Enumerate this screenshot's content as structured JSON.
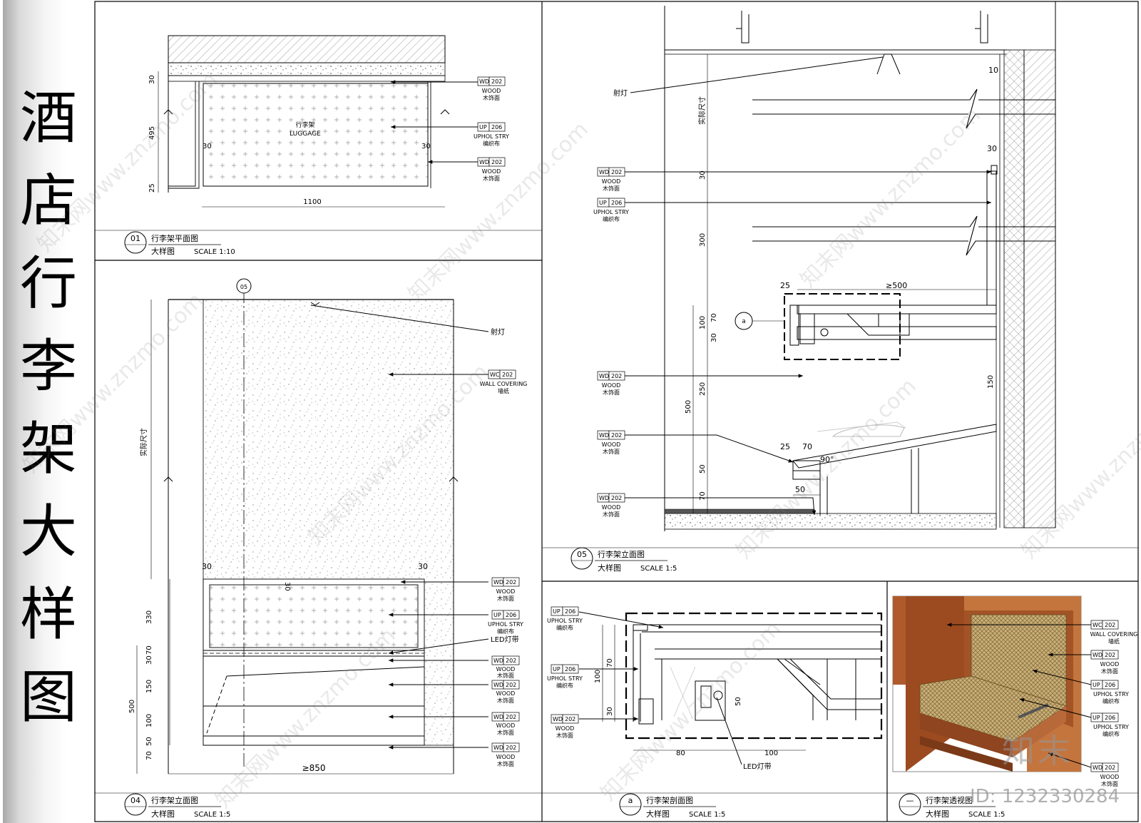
{
  "sheet_title": "酒店行李架大样图",
  "panels": {
    "p01": {
      "number": "01",
      "name": "行李架平面图",
      "sub": "大样图",
      "scale": "SCALE 1:10"
    },
    "p04": {
      "number": "04",
      "name": "行李架立面图",
      "sub": "大样图",
      "scale": "SCALE 1:5"
    },
    "p05": {
      "number": "05",
      "name": "行李架立面图",
      "sub": "大样图",
      "scale": "SCALE 1:5"
    },
    "pa": {
      "number": "a",
      "name": "行李架剖面图",
      "sub": "大样图",
      "scale": "SCALE 1:5"
    },
    "pp": {
      "number": "—",
      "name": "行李架透视图",
      "sub": "大样图",
      "scale": "SCALE 1:5"
    }
  },
  "materials": {
    "wd_code": "WD",
    "wd_num": "202",
    "wd_en": "WOOD",
    "wd_cn": "木饰面",
    "up_code": "UP",
    "up_num": "206",
    "up_en": "UPHOL STRY",
    "up_cn": "编织布",
    "wc_code": "WC",
    "wc_num": "202",
    "wc_en": "WALL COVERING",
    "wc_cn": "墙纸"
  },
  "labels": {
    "spotlight": "射灯",
    "led": "LED灯带",
    "actual": "实际尺寸",
    "luggage_cn": "行李架",
    "luggage_en": "LUGGAGE",
    "angle": "90°",
    "mark_a": "a",
    "mark_05": "05"
  },
  "dims": {
    "p01": {
      "d30": "30",
      "d495": "495",
      "d25": "25",
      "d30l": "30",
      "d30r": "30",
      "d1100": "1100"
    },
    "p04": {
      "d30l": "30",
      "d30r": "30",
      "d30c": "30",
      "d330": "330",
      "d30b": "30",
      "d70": "70",
      "d150": "150",
      "d500": "500",
      "d100": "100",
      "d50": "50",
      "d70b": "70",
      "d850": "≥850"
    },
    "p05": {
      "d10": "10",
      "d30": "30",
      "d30b": "30",
      "d300": "300",
      "d25": "25",
      "d500": "≥500",
      "d100": "100",
      "d70": "70",
      "d30c": "30",
      "d250": "250",
      "d150": "150",
      "d500v": "500",
      "d25b": "25",
      "d70b": "70",
      "d50": "50",
      "d70c": "70",
      "d50b": "50"
    },
    "pa": {
      "d100": "100",
      "d70": "70",
      "d30": "30",
      "d50": "50",
      "d80": "80",
      "d100b": "100"
    }
  },
  "watermark_text": "知末网www.znzmo.com",
  "logo_text": "知末",
  "id_text": "ID: 1232330284"
}
